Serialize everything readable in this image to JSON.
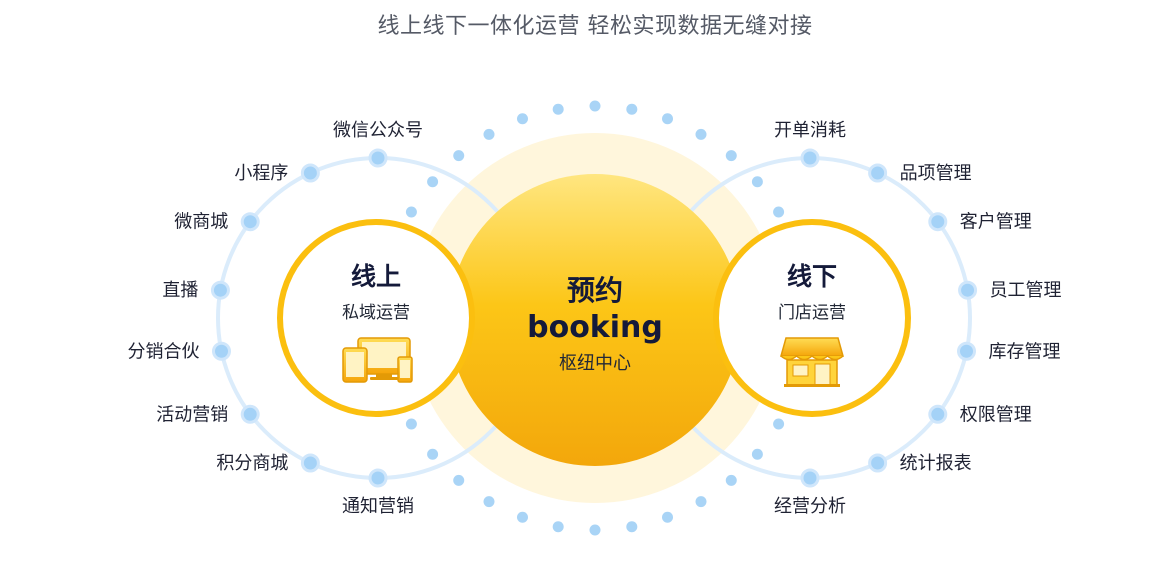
{
  "heading": "线上线下一体化运营 轻松实现数据无缝对接",
  "center": {
    "line1": "预约",
    "line2": "booking",
    "line3": "枢纽中心"
  },
  "online": {
    "title": "线上",
    "subtitle": "私域运营",
    "icon": "devices-icon",
    "features": [
      "微信公众号",
      "小程序",
      "微商城",
      "直播",
      "分销合伙",
      "活动营销",
      "积分商城",
      "通知营销"
    ]
  },
  "offline": {
    "title": "线下",
    "subtitle": "门店运营",
    "icon": "store-icon",
    "features": [
      "开单消耗",
      "品项管理",
      "客户管理",
      "员工管理",
      "库存管理",
      "权限管理",
      "统计报表",
      "经营分析"
    ]
  },
  "colors": {
    "gold": "#fbbf0f",
    "gold_dark": "#f3a70b",
    "ring": "#d9ebfa",
    "dot": "#a9d4f6",
    "glow": "#fff7df",
    "text": "#1f2233"
  }
}
